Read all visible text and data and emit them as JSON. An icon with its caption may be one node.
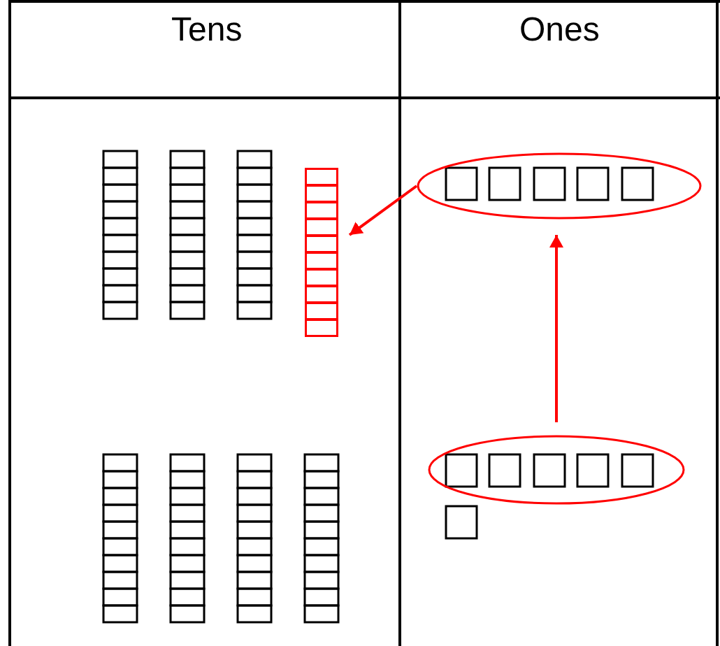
{
  "diagram": {
    "nodes": [
      {
        "text": [],
        "shape": "ellipse"
      },
      {
        "text": [],
        "shape": "bar"
      },
      {
        "text": [],
        "shape": "ellipse"
      }
    ],
    "edges": [
      {
        "from": 0,
        "to": 1,
        "arrow": "to"
      },
      {
        "from": 2,
        "to": 0,
        "arrow": "to"
      }
    ],
    "labels": [
      "Tens",
      "Ones"
    ]
  }
}
